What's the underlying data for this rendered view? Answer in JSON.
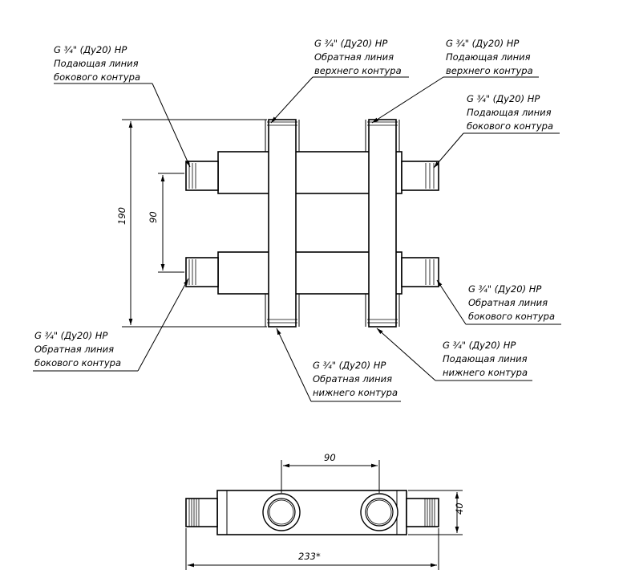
{
  "callouts": {
    "side_supply_left": {
      "spec": "G ¾\" (Ду20) НР",
      "line1": "Подающая линия",
      "line2": "бокового контура"
    },
    "top_return": {
      "spec": "G ¾\" (Ду20) НР",
      "line1": "Обратная линия",
      "line2": "верхнего контура"
    },
    "top_supply": {
      "spec": "G ¾\" (Ду20) НР",
      "line1": "Подающая линия",
      "line2": "верхнего контура"
    },
    "side_supply_right": {
      "spec": "G ¾\" (Ду20) НР",
      "line1": "Подающая линия",
      "line2": "бокового контура"
    },
    "side_return_right": {
      "spec": "G ¾\" (Ду20) НР",
      "line1": "Обратная линия",
      "line2": "бокового контура"
    },
    "side_return_left": {
      "spec": "G ¾\" (Ду20) НР",
      "line1": "Обратная линия",
      "line2": "бокового контура"
    },
    "bottom_return": {
      "spec": "G ¾\" (Ду20) НР",
      "line1": "Обратная линия",
      "line2": "нижнего контура"
    },
    "bottom_supply": {
      "spec": "G ¾\" (Ду20) НР",
      "line1": "Подающая линия",
      "line2": "нижнего контура"
    }
  },
  "dimensions": {
    "overall_height": "190",
    "inner_spacing": "90",
    "nozzle_spacing": "90",
    "body_height": "40",
    "overall_length": "233*"
  }
}
